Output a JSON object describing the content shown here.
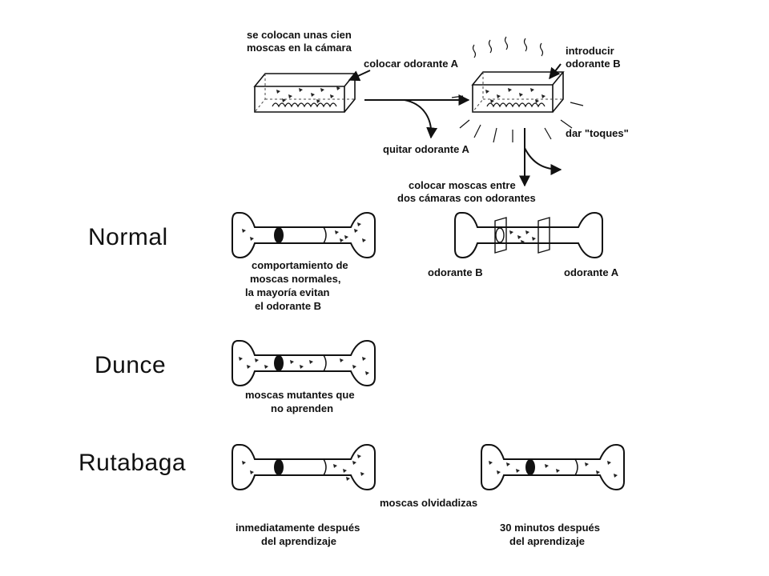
{
  "row_labels": {
    "normal": "Normal",
    "dunce": "Dunce",
    "rutabaga": "Rutabaga"
  },
  "training": {
    "place_flies": [
      "se colocan unas cien",
      "moscas en la cámara"
    ],
    "odor_a": "colocar odorante A",
    "remove_a": "quitar odorante A",
    "introduce_b": [
      "introducir",
      "odorante B"
    ],
    "shocks": "dar \"toques\"",
    "place_between": [
      "colocar moscas entre",
      "dos cámaras con odorantes"
    ]
  },
  "test_labels": {
    "odor_b": "odorante B",
    "odor_a": "odorante A"
  },
  "normal_caption": [
    "comportamiento de",
    "moscas normales,",
    "la mayoría evitan",
    "el odorante B"
  ],
  "dunce_caption": [
    "moscas mutantes que",
    "no aprenden"
  ],
  "rutabaga": {
    "center": "moscas olvidadizas",
    "left_caption": [
      "inmediatamente después",
      "del aprendizaje"
    ],
    "right_caption": [
      "30 minutos después",
      "del aprendizaje"
    ]
  }
}
